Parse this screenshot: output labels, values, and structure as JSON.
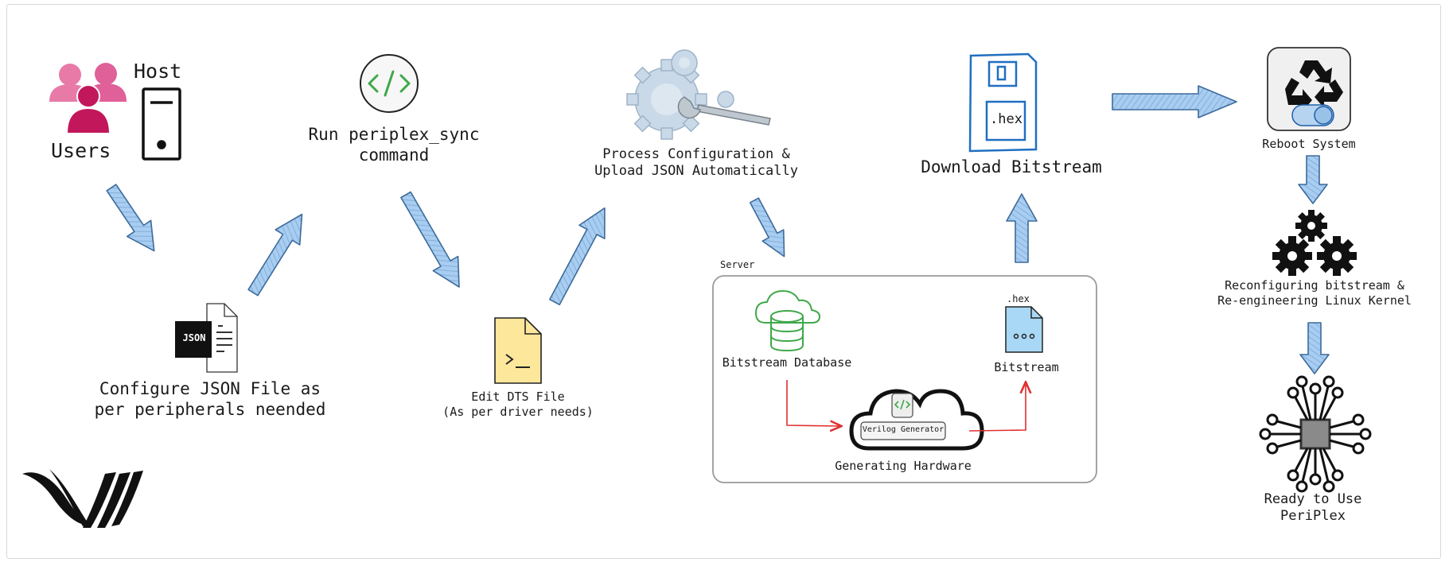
{
  "nodes": {
    "users": "Users",
    "host": "Host",
    "run_cmd_line1": "Run periplex_sync",
    "run_cmd_line2": "command",
    "process_line1": "Process Configuration &",
    "process_line2": "Upload JSON Automatically",
    "download": "Download Bitstream",
    "reboot": "Reboot System",
    "configure_line1": "Configure JSON File as",
    "configure_line2": "per peripherals neended",
    "json_badge": "JSON",
    "edit_dts_line1": "Edit DTS File",
    "edit_dts_line2": "(As per driver needs)",
    "server": "Server",
    "bitstream_db": "Bitstream Database",
    "hex_small": ".hex",
    "bitstream": "Bitstream",
    "verilog_gen": "Verilog Generator",
    "generating_hw": "Generating Hardware",
    "floppy_hex": ".hex",
    "reconfig_line1": "Reconfiguring bitstream &",
    "reconfig_line2": "Re-engineering Linux Kernel",
    "ready_line1": "Ready to Use",
    "ready_line2": "PeriPlex"
  },
  "colors": {
    "arrow_fill": "#a9cdf0",
    "arrow_stroke": "#3d6b9a",
    "user_pink": "#e0609a",
    "user_crimson": "#c2185b",
    "green": "#3fa84a",
    "floppy_blue": "#1f6fc1",
    "red_flow": "#e03030",
    "note_yellow": "#fde79b",
    "doc_blue": "#a8d8f5"
  },
  "icons": [
    "users-icon",
    "host-icon",
    "code-icon",
    "gears-icon",
    "floppy-icon",
    "recycle-icon",
    "json-file-icon",
    "terminal-file-icon",
    "cloud-database-icon",
    "cloud-generator-icon",
    "hex-file-icon",
    "gear-cluster-icon",
    "chip-icon",
    "logo-icon"
  ]
}
